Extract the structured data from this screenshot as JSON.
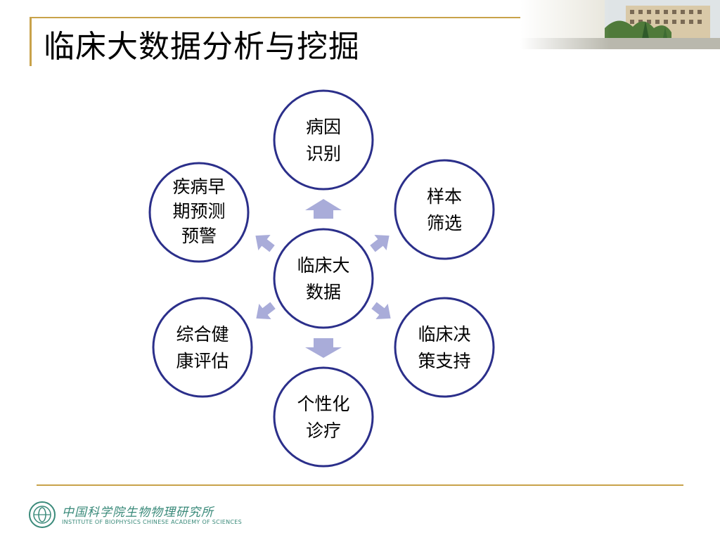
{
  "title": "临床大数据分析与挖掘",
  "center": {
    "line1": "临床大",
    "line2": "数据"
  },
  "nodes": [
    {
      "line1": "病因",
      "line2": "识别",
      "line3": ""
    },
    {
      "line1": "样本",
      "line2": "筛选",
      "line3": ""
    },
    {
      "line1": "临床决",
      "line2": "策支持",
      "line3": ""
    },
    {
      "line1": "个性化",
      "line2": "诊疗",
      "line3": ""
    },
    {
      "line1": "综合健",
      "line2": "康评估",
      "line3": ""
    },
    {
      "line1": "疾病早",
      "line2": "期预测",
      "line3": "预警"
    }
  ],
  "footer": {
    "institute_cn": "中国科学院生物物理研究所",
    "institute_en": "INSTITUTE OF BIOPHYSICS CHINESE ACADEMY OF SCIENCES"
  },
  "colors": {
    "accent_gold": "#c8a24a",
    "circle_stroke": "#2b2f8a",
    "arrow_fill": "#a9acd9",
    "logo_teal": "#3a8a7a"
  },
  "icons": {
    "banner": "campus-building-photo",
    "logo": "institute-emblem-icon"
  }
}
